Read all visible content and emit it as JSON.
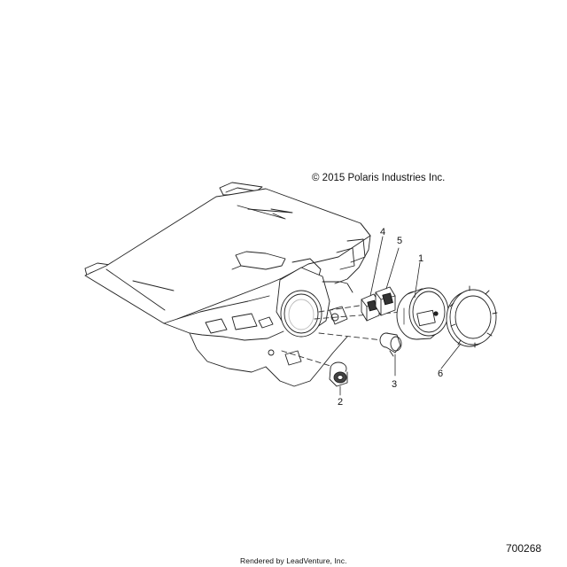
{
  "copyright": "© 2015 Polaris Industries Inc.",
  "plate_number": "700268",
  "footer": "Rendered by LeadVenture, Inc.",
  "callouts": {
    "c1": "1",
    "c2": "2",
    "c3": "3",
    "c4": "4",
    "c5": "5",
    "c6": "6"
  }
}
